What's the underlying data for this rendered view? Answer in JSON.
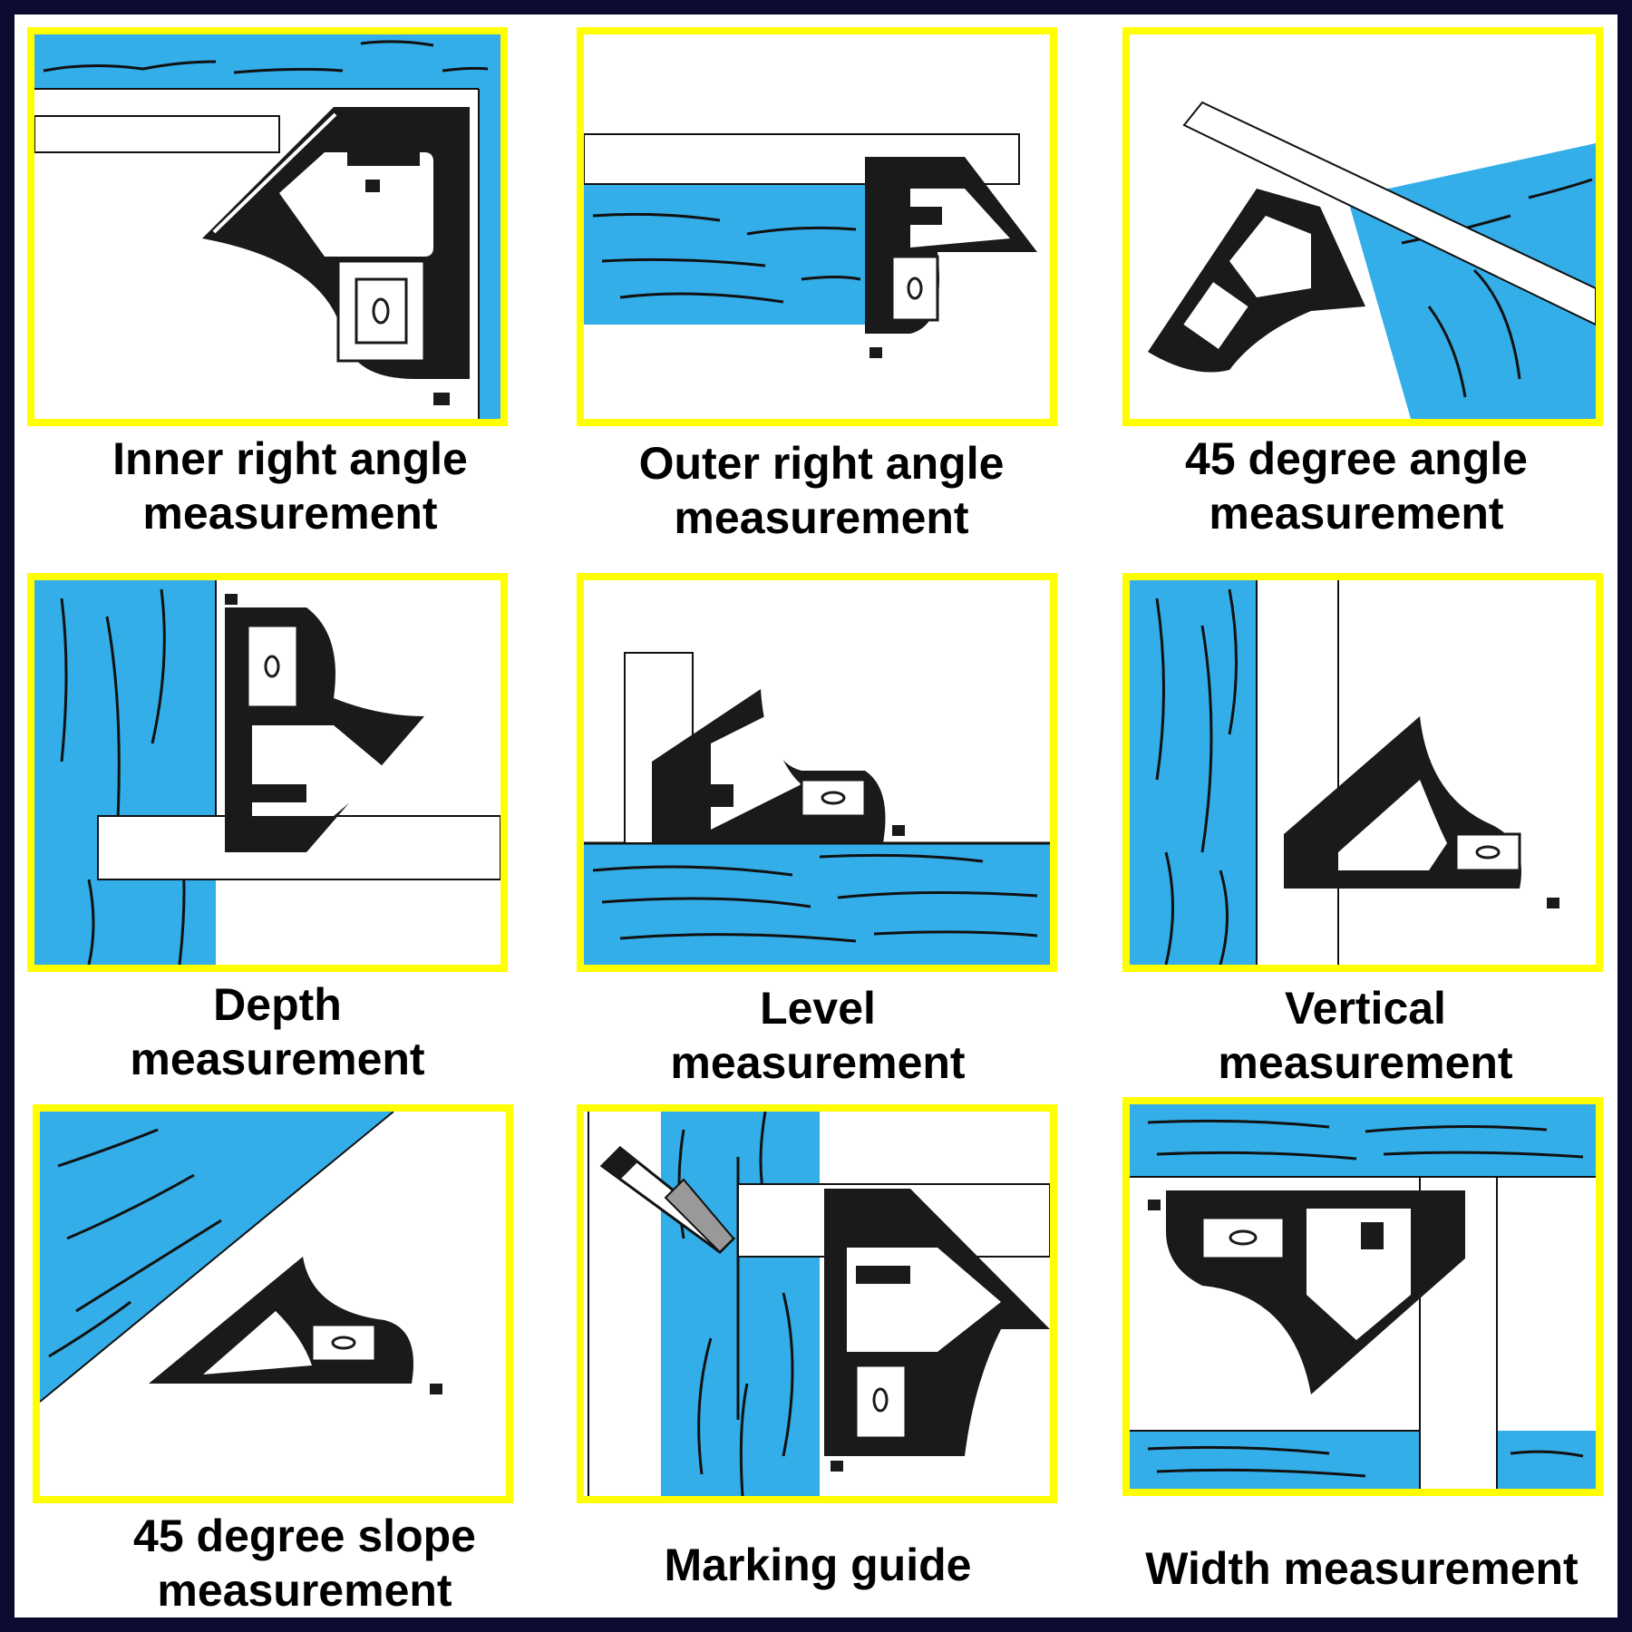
{
  "colors": {
    "frame": "#0e0b33",
    "panel_border": "#ffff00",
    "wood": "#33aee9",
    "tool": "#1a1a1a",
    "background": "#ffffff"
  },
  "panels": [
    {
      "id": "inner-right-angle",
      "icon": "combination-square-icon",
      "caption_line1": "Inner right angle",
      "caption_line2": "measurement"
    },
    {
      "id": "outer-right-angle",
      "icon": "combination-square-icon",
      "caption_line1": "Outer right angle",
      "caption_line2": "measurement"
    },
    {
      "id": "45-degree-angle",
      "icon": "combination-square-icon",
      "caption_line1": "45 degree angle",
      "caption_line2": "measurement"
    },
    {
      "id": "depth",
      "icon": "combination-square-icon",
      "caption_line1": "Depth",
      "caption_line2": "measurement"
    },
    {
      "id": "level",
      "icon": "combination-square-icon",
      "caption_line1": "Level",
      "caption_line2": "measurement"
    },
    {
      "id": "vertical",
      "icon": "combination-square-icon",
      "caption_line1": "Vertical",
      "caption_line2": "measurement"
    },
    {
      "id": "45-degree-slope",
      "icon": "combination-square-icon",
      "caption_line1": "45 degree slope",
      "caption_line2": "measurement"
    },
    {
      "id": "marking-guide",
      "icon": "pencil-icon",
      "caption_line1": "Marking guide",
      "caption_line2": ""
    },
    {
      "id": "width",
      "icon": "combination-square-icon",
      "caption_line1": "Width measurement",
      "caption_line2": ""
    }
  ]
}
